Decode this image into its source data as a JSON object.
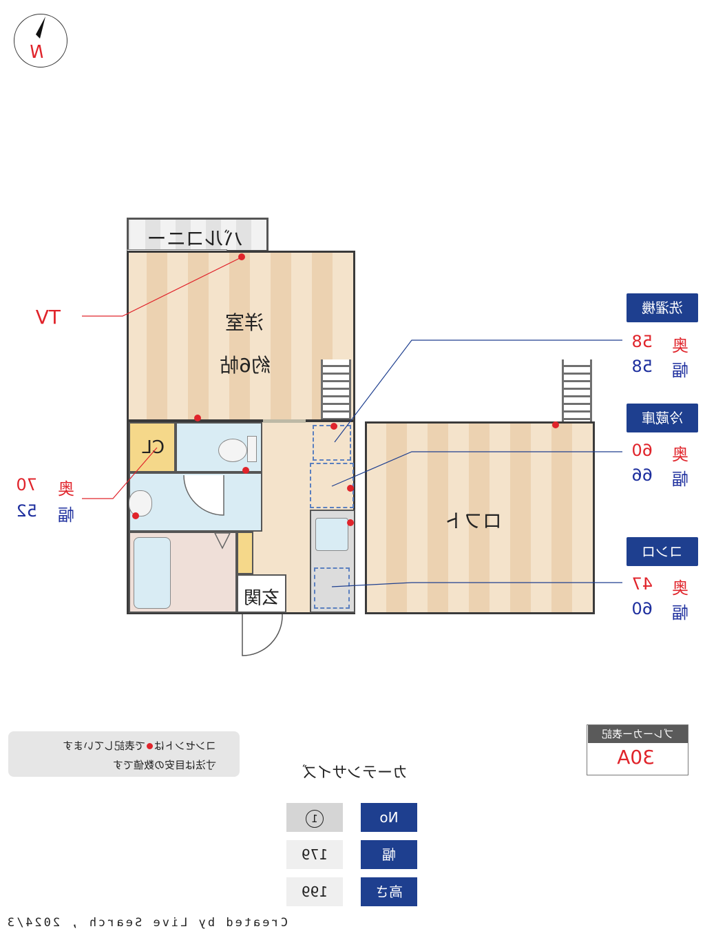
{
  "compass": {
    "north_label": "N"
  },
  "rooms": {
    "balcony": "バルコニー",
    "western_room": "洋室",
    "western_room_size": "約6帖",
    "closet": "CL",
    "entrance": "玄関",
    "loft": "ロフト"
  },
  "tv": {
    "label": "TV"
  },
  "closet_dims": {
    "depth_label": "奥",
    "depth_value": "70",
    "width_label": "幅",
    "width_value": "52"
  },
  "appliances": [
    {
      "name": "洗濯機",
      "depth_label": "奥",
      "depth_value": "58",
      "width_label": "幅",
      "width_value": "58"
    },
    {
      "name": "冷蔵庫",
      "depth_label": "奥",
      "depth_value": "60",
      "width_label": "幅",
      "width_value": "66"
    },
    {
      "name": "コンロ",
      "depth_label": "奥",
      "depth_value": "47",
      "width_label": "幅",
      "width_value": "60"
    }
  ],
  "notes": {
    "line1_pre": "コンセントは",
    "line1_post": "で表記しています",
    "line2": "寸法は目安の数値です"
  },
  "breaker": {
    "label": "ブレーカー表記",
    "value": "30A"
  },
  "curtain": {
    "title": "カーテンサイズ",
    "rows": [
      {
        "label": "No",
        "value": "1"
      },
      {
        "label": "幅",
        "value": "179"
      },
      {
        "label": "高さ",
        "value": "199"
      }
    ]
  },
  "footer": {
    "credit": "Created by Live Search , 2024/3"
  },
  "colors": {
    "tag_blue": "#1e3f8f",
    "outlet_red": "#e0242b",
    "dimension_red": "#e0242b",
    "dimension_blue": "#1e2f9e"
  }
}
